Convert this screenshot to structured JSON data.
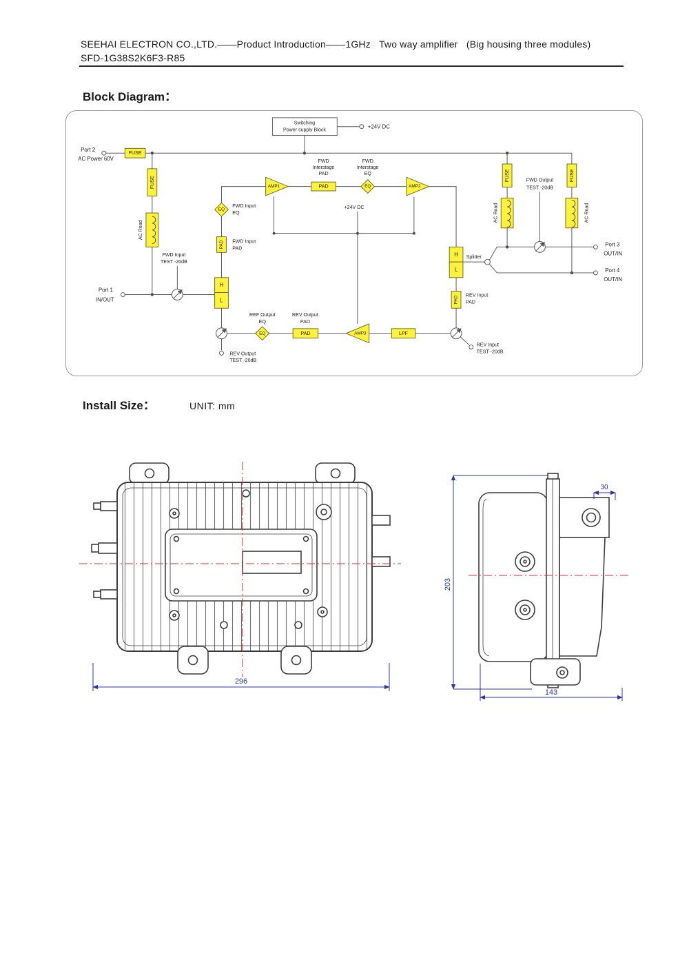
{
  "header": {
    "line1": "SEEHAI ELECTRON CO.,LTD.——Product Introduction——1GHz   Two way amplifier   (Big housing three modules)",
    "line2": "SFD-1G38S2K6F3-R85"
  },
  "sections": {
    "block_diagram": "Block Diagram：",
    "install_size": "Install Size：",
    "unit": "UNIT: mm"
  },
  "colors": {
    "highlight_yellow": "#fff23b",
    "dimension_blue": "#2b35a8",
    "centerline_red": "#cf3333"
  },
  "diagram": {
    "power_block": {
      "l1": "Switching",
      "l2": "Power supply Block"
    },
    "v24_top": "+24V DC",
    "v24_mid": "+24V DC",
    "fuse": "FUSE",
    "pad": "PAD",
    "eq": "EQ",
    "lpf": "LPF",
    "ac_road": "AC Road",
    "splitter": "Splitter",
    "amp1": "AMP1",
    "amp2": "AMP2",
    "amp3": "AMP3",
    "hl": {
      "h": "H",
      "l": "L"
    },
    "port1": {
      "name": "Port 1",
      "sub": "IN/OUT"
    },
    "port2": {
      "name": "Port 2",
      "sub": "AC Power 60V"
    },
    "port3": {
      "name": "Port 3",
      "sub": "OUT/IN"
    },
    "port4": {
      "name": "Port 4",
      "sub": "OUT/IN"
    },
    "fwd_input_test": {
      "l1": "FWD Input",
      "l2": "TEST -20dB"
    },
    "fwd_input_eq": {
      "l1": "FWD Input",
      "l2": "EQ"
    },
    "fwd_input_pad": {
      "l1": "FWD Input",
      "l2": "PAD"
    },
    "fwd_interstage_pad": {
      "l1": "FWD",
      "l2": "Interstage",
      "l3": "PAD"
    },
    "fwd_interstage_eq": {
      "l1": "FWD",
      "l2": "Interstage",
      "l3": "EQ"
    },
    "fwd_output_test": {
      "l1": "FWD Output",
      "l2": "TEST -20dB"
    },
    "rev_input_pad": {
      "l1": "REV Input",
      "l2": "PAD"
    },
    "rev_input_test": {
      "l1": "REV Input",
      "l2": "TEST -20dB"
    },
    "rev_output_pad": {
      "l1": "REV Output",
      "l2": "PAD"
    },
    "ref_output_eq": {
      "l1": "REF Output",
      "l2": "EQ"
    },
    "rev_output_test": {
      "l1": "REV Output",
      "l2": "TEST -20dB"
    }
  },
  "install": {
    "dim_width": "296",
    "dim_height": "203",
    "dim_depth": "143",
    "dim_offset": "30"
  }
}
